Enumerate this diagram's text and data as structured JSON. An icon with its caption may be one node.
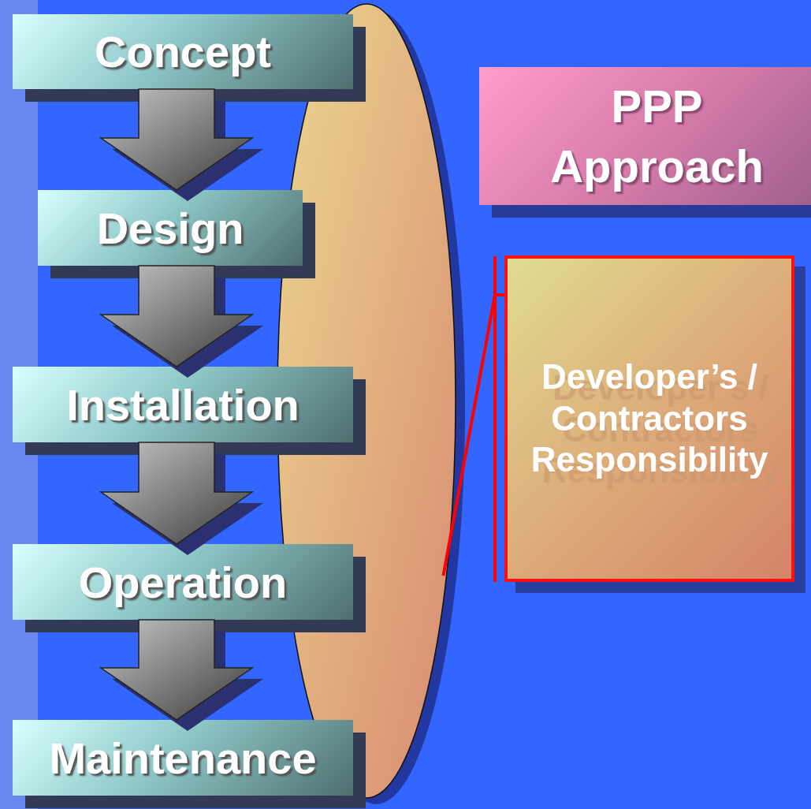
{
  "diagram": {
    "nodes": [
      {
        "text": [
          "Concept"
        ]
      },
      {
        "text": [
          "Design"
        ]
      },
      {
        "text": [
          "Installation"
        ]
      },
      {
        "text": [
          "Operation"
        ]
      },
      {
        "text": [
          "Maintenance"
        ]
      },
      {
        "text": [],
        "shape": "ellipse"
      },
      {
        "text": [
          "PPP Approach"
        ]
      },
      {
        "text": [
          "Developer’s / Contractors Responsibility"
        ]
      }
    ],
    "edges": [
      {
        "from": 0,
        "to": 1,
        "arrow": "to"
      },
      {
        "from": 1,
        "to": 2,
        "arrow": "to"
      },
      {
        "from": 2,
        "to": 3,
        "arrow": "to"
      },
      {
        "from": 3,
        "to": 4,
        "arrow": "to"
      },
      {
        "from": 5,
        "to": 7,
        "arrow": "none",
        "color": "#ff0000"
      }
    ]
  }
}
